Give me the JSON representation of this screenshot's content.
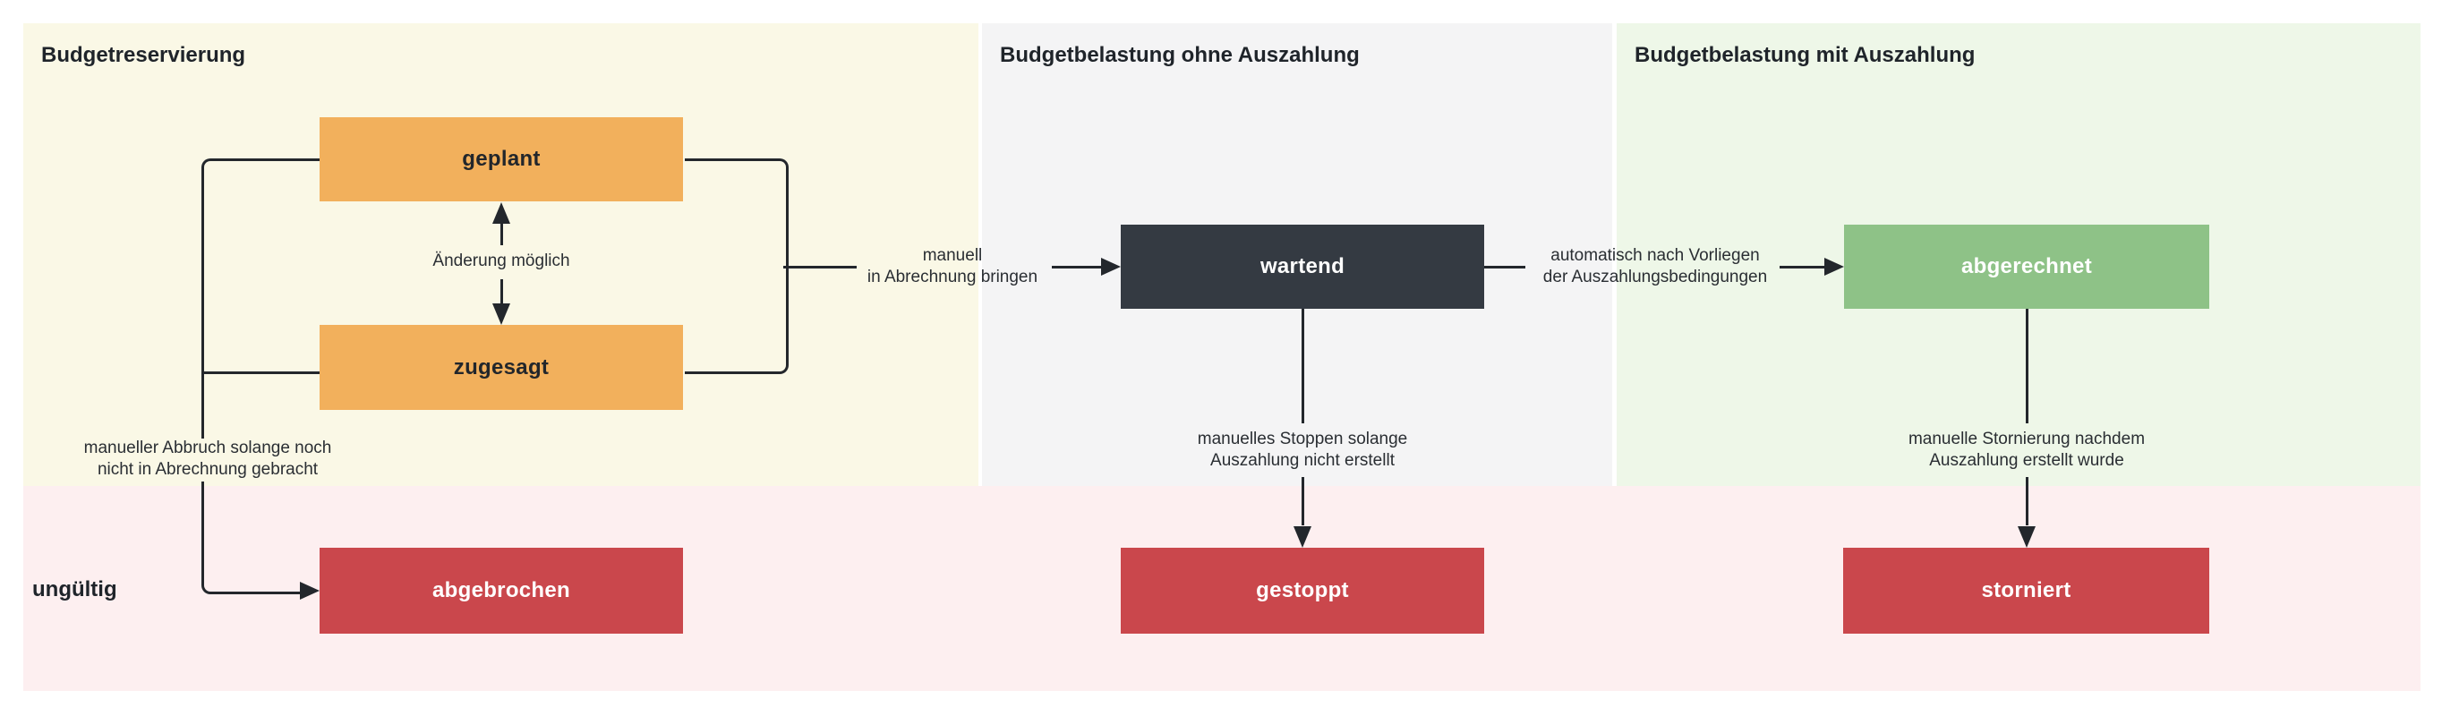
{
  "diagram": {
    "title_implicit": "Budget state diagram",
    "colors": {
      "lane_yellow_bg": "#faf8e6",
      "lane_gray_bg": "#f4f4f5",
      "lane_green_bg": "#eef7e8",
      "lane_pink_bg": "#fdeff0",
      "node_orange": "#f2b05c",
      "node_dark": "#343a42",
      "node_green": "#8ec287",
      "node_red": "#ca474c",
      "edge_line": "#23272c",
      "text_dark": "#1f242a",
      "text_light": "#ffffff"
    }
  },
  "lanes": [
    {
      "id": "budgetreservierung",
      "title": "Budgetreservierung"
    },
    {
      "id": "budgetbelastung-ohne-auszahlung",
      "title": "Budgetbelastung ohne Auszahlung"
    },
    {
      "id": "budgetbelastung-mit-auszahlung",
      "title": "Budgetbelastung mit Auszahlung"
    },
    {
      "id": "ungueltig",
      "title": "ungültig"
    }
  ],
  "states": [
    {
      "id": "geplant",
      "label": "geplant",
      "kind": "orange"
    },
    {
      "id": "zugesagt",
      "label": "zugesagt",
      "kind": "orange"
    },
    {
      "id": "wartend",
      "label": "wartend",
      "kind": "dark"
    },
    {
      "id": "abgerechnet",
      "label": "abgerechnet",
      "kind": "green"
    },
    {
      "id": "abgebrochen",
      "label": "abgebrochen",
      "kind": "red"
    },
    {
      "id": "gestoppt",
      "label": "gestoppt",
      "kind": "red"
    },
    {
      "id": "storniert",
      "label": "storniert",
      "kind": "red"
    }
  ],
  "edges": {
    "aenderung": "Änderung möglich",
    "manuell_abrechnung": "manuell\nin Abrechnung bringen",
    "automatisch": "automatisch nach Vorliegen\nder Auszahlungsbedingungen",
    "abbruch": "manueller Abbruch solange noch\nnicht in Abrechnung gebracht",
    "stoppen": "manuelles Stoppen solange\nAuszahlung nicht erstellt",
    "stornierung": "manuelle Stornierung nachdem\nAuszahlung erstellt wurde"
  }
}
